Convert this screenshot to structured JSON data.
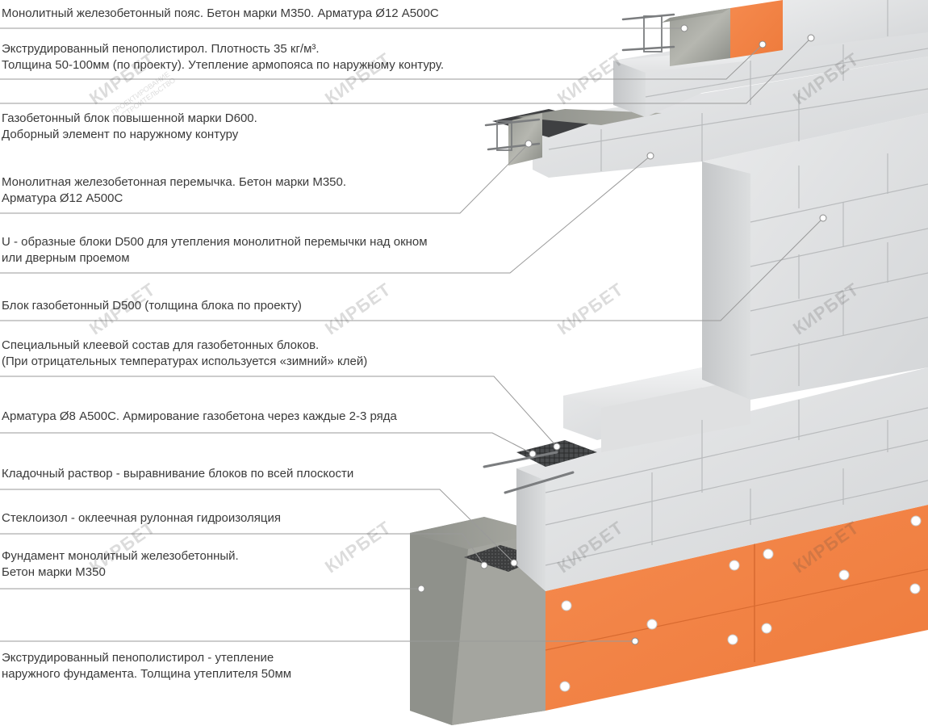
{
  "watermark": {
    "brand": "КИРБЕТ",
    "sub1": "ПРОЕКТИРОВАНИЕ",
    "sub2": "И СТРОИТЕЛЬСТВО"
  },
  "labels": [
    {
      "id": "armopoyas",
      "lines": [
        "Монолитный железобетонный пояс. Бетон марки М350. Арматура Ø12 А500С"
      ]
    },
    {
      "id": "eps-top",
      "lines": [
        "Экструдированный пенополистирол. Плотность 35 кг/м³.",
        "Толщина 50-100мм (по проекту). Утепление армопояса по наружному контуру."
      ]
    },
    {
      "id": "block-d600",
      "lines": [
        "Газобетонный блок повышенной марки D600.",
        "Доборный элемент по наружному контуру"
      ]
    },
    {
      "id": "lintel",
      "lines": [
        "Монолитная железобетонная перемычка. Бетон марки М350.",
        "Арматура Ø12 А500С"
      ]
    },
    {
      "id": "u-blocks",
      "lines": [
        "U - образные блоки D500 для утепления монолитной перемычки над окном",
        "или дверным проемом"
      ]
    },
    {
      "id": "block-d500",
      "lines": [
        "Блок газобетонный D500 (толщина блока по проекту)"
      ]
    },
    {
      "id": "glue",
      "lines": [
        "Специальный клеевой состав для газобетонных блоков.",
        "(При отрицательных температурах используется «зимний» клей)"
      ]
    },
    {
      "id": "rebar-8",
      "lines": [
        "Арматура Ø8 А500С. Армирование газобетона через каждые 2-3 ряда"
      ]
    },
    {
      "id": "mortar",
      "lines": [
        "Кладочный раствор - выравнивание блоков по всей плоскости"
      ]
    },
    {
      "id": "stekloizol",
      "lines": [
        "Стеклоизол - оклеечная рулонная гидроизоляция"
      ]
    },
    {
      "id": "foundation",
      "lines": [
        "Фундамент монолитный железобетонный.",
        "Бетон марки М350"
      ]
    },
    {
      "id": "eps-found",
      "lines": [
        "Экструдированный пенополистирол - утепление",
        "наружного фундамента. Толщина утеплителя 50мм"
      ]
    }
  ]
}
